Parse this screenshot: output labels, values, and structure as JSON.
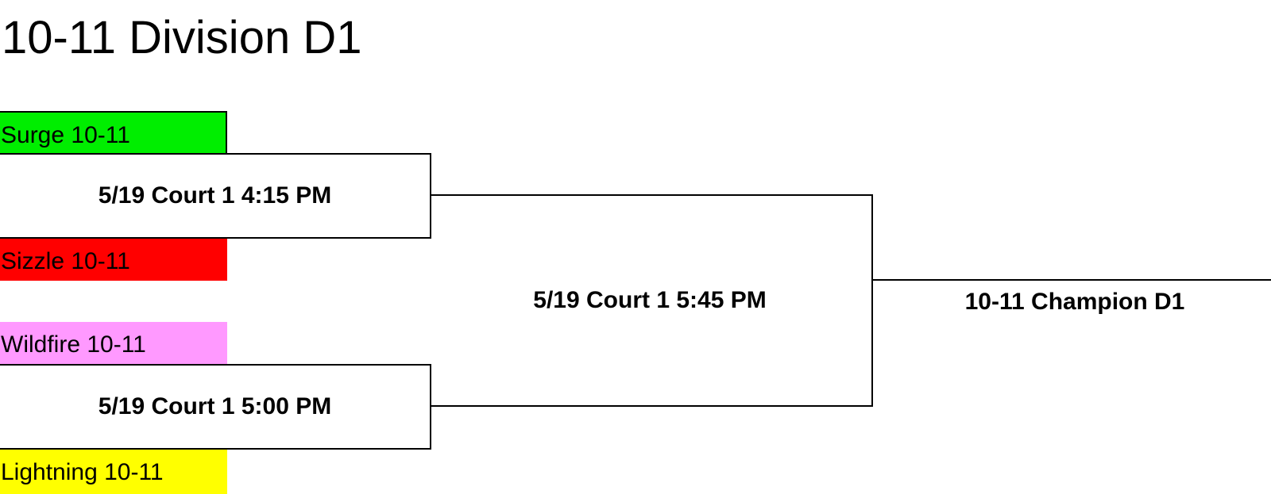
{
  "title": "10-11 Division D1",
  "round1": [
    {
      "top_team": {
        "name": "Surge 10-11",
        "color": "#00ee00"
      },
      "game_label": "5/19 Court 1 4:15 PM",
      "bottom_team": {
        "name": "Sizzle 10-11",
        "color": "#ff0000"
      }
    },
    {
      "top_team": {
        "name": "Wildfire 10-11",
        "color": "#ff99ff"
      },
      "game_label": "5/19 Court 1 5:00 PM",
      "bottom_team": {
        "name": "Lightning 10-11",
        "color": "#ffff00"
      }
    }
  ],
  "final": {
    "game_label": "5/19 Court 1 5:45 PM"
  },
  "champion": {
    "label": "10-11 Champion D1"
  }
}
